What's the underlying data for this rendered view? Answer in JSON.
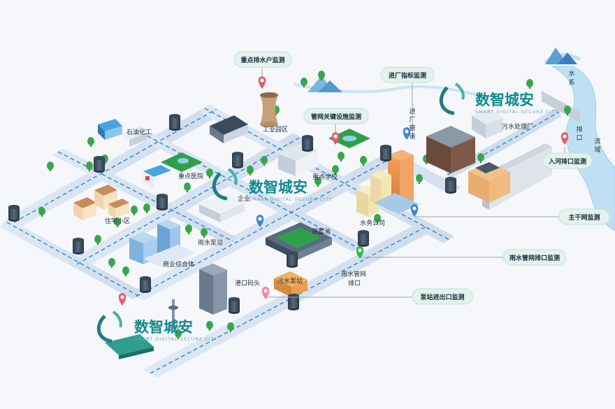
{
  "watermarks": {
    "title": "数智城安",
    "subtitle": "SMART DIGITAL-SECURE CITY"
  },
  "callouts": {
    "key_drainage_households": "重点排水户监测",
    "pipe_key_facilities": "管网关键设施监测",
    "inlet_indicators": "进厂指标监测",
    "river_outfall": "入河排口监测",
    "trunk_network": "主干网监测",
    "stormwater_outfall": "雨水管网排口监测",
    "pump_station_io": "泵站进出口监测"
  },
  "labels": {
    "petrochemical": "石油化工",
    "industrial_park": "工业园区",
    "key_hospital": "重点医院",
    "key_school": "重点学校",
    "enterprise": "企业",
    "residential": "住宅小区",
    "water_company": "水务公司",
    "storage_tank": "调蓄池",
    "storm_pump": "雨水泵站",
    "commercial": "商业综合体",
    "port_terminal": "港口码头",
    "sewage_pump": "污水泵站",
    "sewage_plant": "污水处理厂",
    "storm_outfall_line1": "雨水管网",
    "storm_outfall_line2": "排口"
  },
  "vertical": {
    "inlet_pipe": [
      "进",
      "厂",
      "管",
      "道"
    ],
    "water_system": [
      "水",
      "系"
    ],
    "outfall": [
      "排",
      "口"
    ],
    "basin": [
      "流",
      "域"
    ]
  },
  "colors": {
    "pipe": "#2f86c8",
    "callout_bg": "#e3f3ec",
    "brand_teal": "#0e8a8f"
  }
}
